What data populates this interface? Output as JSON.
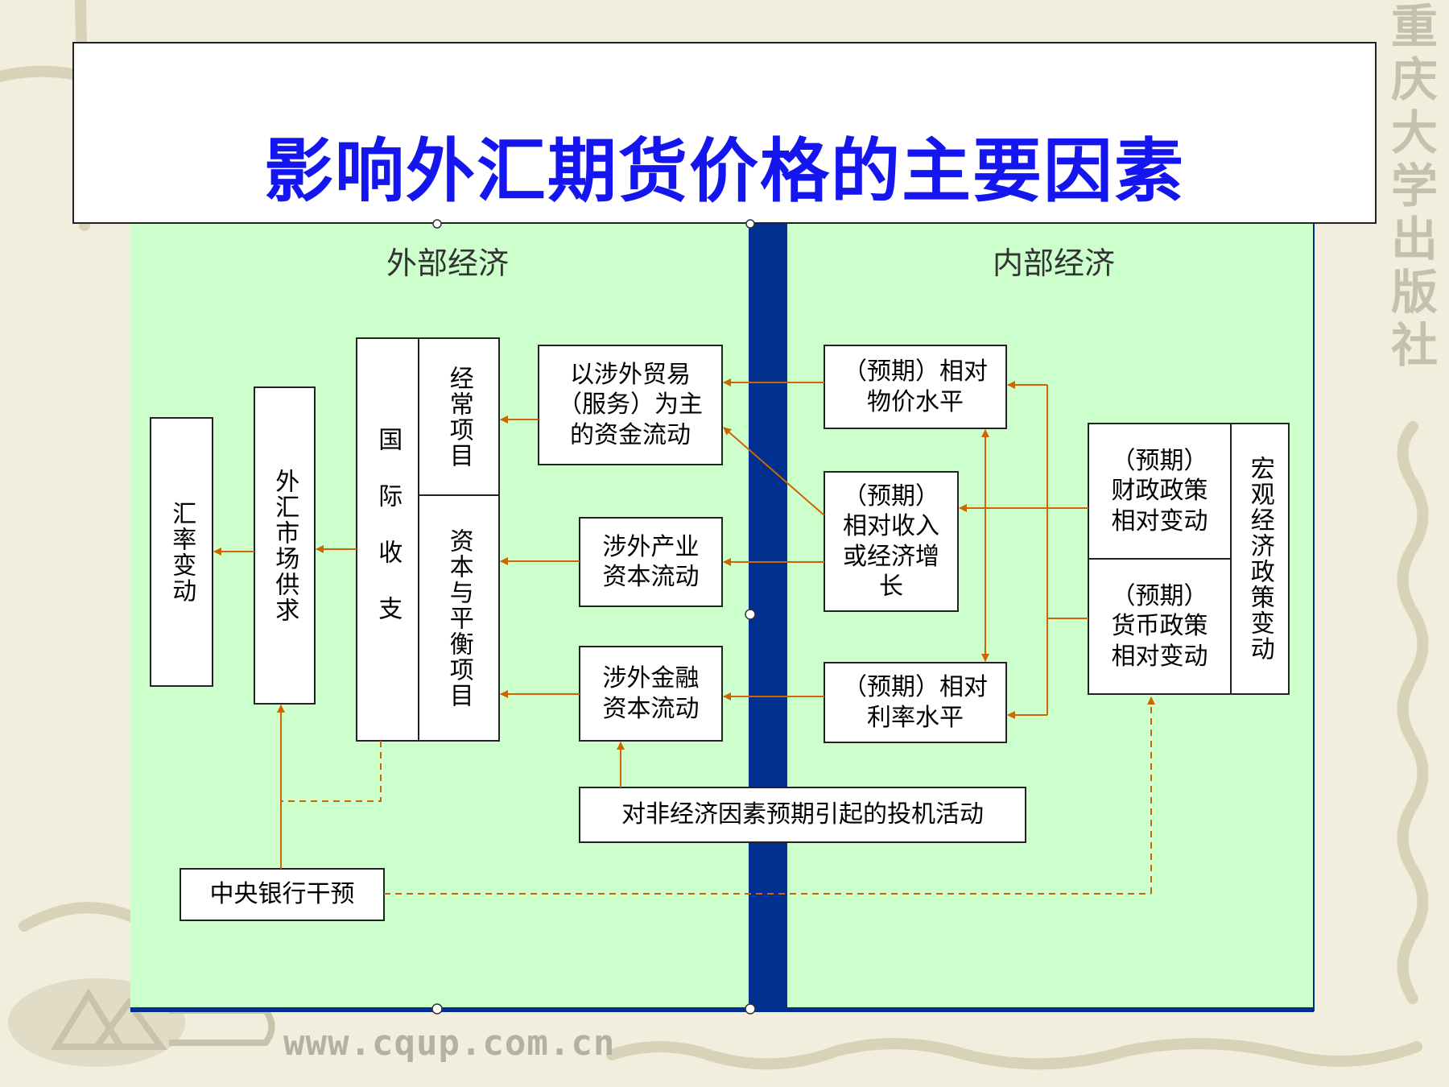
{
  "slide": {
    "title": "影响外汇期货价格的主要因素",
    "publisher": "重庆大学出版社",
    "footer_url": "www.cqup.com.cn"
  },
  "diagram": {
    "external_region": "外部经济",
    "internal_region": "内部经济",
    "nodes": {
      "exchange_rate_change": "汇率变动",
      "fx_market_supply_demand": "外汇市场供求",
      "balance_of_payments": "国际收支",
      "current_account": "经常项目",
      "capital_balancing": "资本与平衡项目",
      "trade_capital_flow": "以涉外贸易（服务）为主的资金流动",
      "industrial_capital_flow": "涉外产业资本流动",
      "financial_capital_flow": "涉外金融资本流动",
      "relative_price_level": "（预期）相对物价水平",
      "relative_income_growth": "（预期）相对收入或经济增长",
      "relative_interest_rate": "（预期）相对利率水平",
      "fiscal_policy_change": "（预期）财政政策相对变动",
      "monetary_policy_change": "（预期）货币政策相对变动",
      "macro_policy_change": "宏观经济政策变动",
      "speculation": "对非经济因素预期引起的投机活动",
      "central_bank_intervention": "中央银行干预"
    }
  },
  "colors": {
    "title_blue": "#1515f0",
    "panel_green": "#ccffcc",
    "divider_navy": "#002f8f",
    "arrow_orange": "#cc6600"
  }
}
